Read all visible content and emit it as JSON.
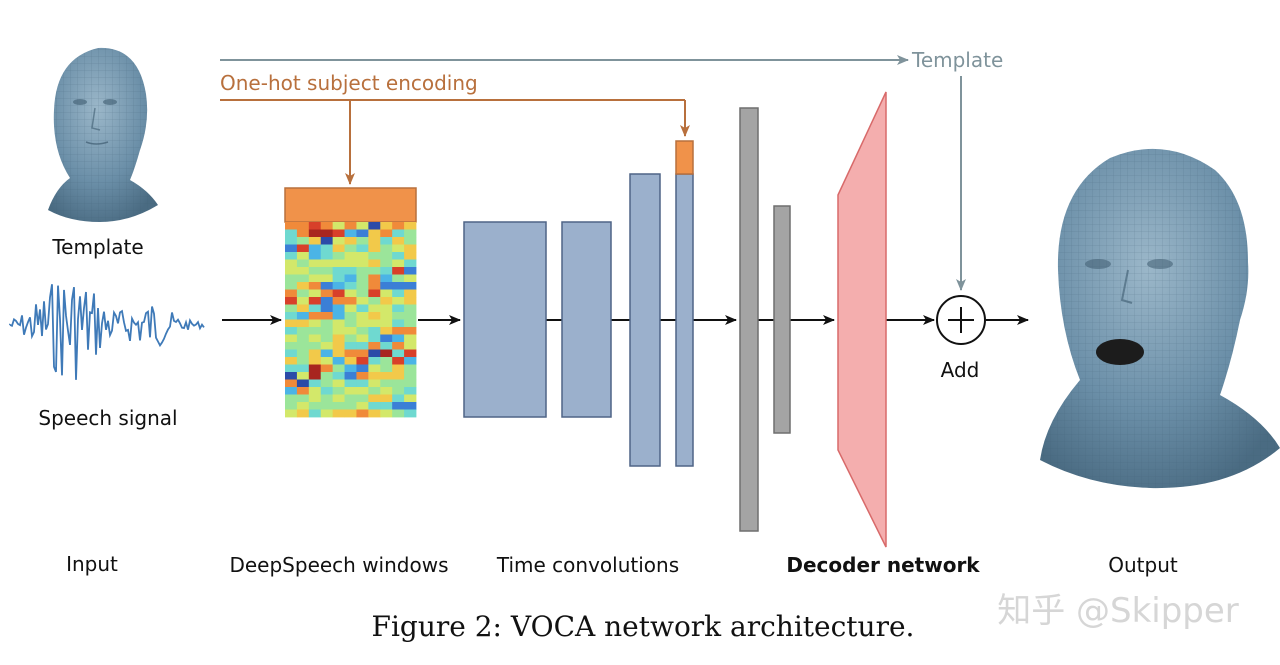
{
  "diagram": {
    "caption": "Figure 2: VOCA network architecture.",
    "watermark": "知乎 @Skipper",
    "inputs": {
      "template_label": "Template",
      "speech_label": "Speech signal"
    },
    "conditioning": {
      "onehot_label": "One-hot subject encoding",
      "template_label": "Template"
    },
    "ops": {
      "add_label": "Add"
    },
    "stages": {
      "input": "Input",
      "deepspeech": "DeepSpeech windows",
      "time_conv": "Time convolutions",
      "decoder": "Decoder network",
      "output": "Output"
    },
    "colors": {
      "onehot": "#f0924a",
      "onehot_arrow": "#b8703d",
      "template_arrow": "#7f939b",
      "conv_block": "#9bb0cc",
      "conv_border": "#4f6486",
      "decoder_fc": "#a4a4a4",
      "decoder_trapezoid": "#f4aeae",
      "face": "#6b8fa8",
      "waveform": "#3f7ab8"
    },
    "icons": {
      "template_face": "head-mesh-icon",
      "output_face": "open-mouth-head-mesh-icon",
      "speech": "waveform-icon",
      "add": "circled-plus-icon"
    }
  }
}
